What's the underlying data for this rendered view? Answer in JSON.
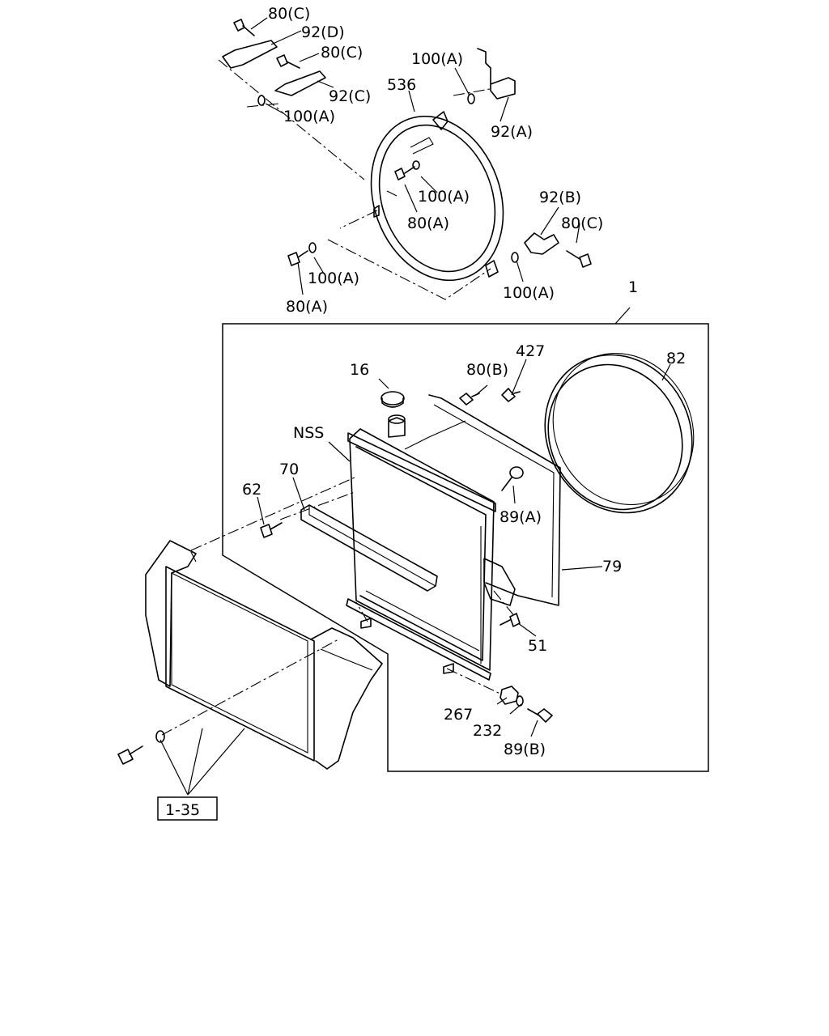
{
  "callouts": {
    "c80c_top": "80(C)",
    "c92d": "92(D)",
    "c80c_mid": "80(C)",
    "c100a_top": "100(A)",
    "c536": "536",
    "c92c": "92(C)",
    "c100a_left": "100(A)",
    "c92a": "92(A)",
    "c100a_center": "100(A)",
    "c80a_center": "80(A)",
    "c92b": "92(B)",
    "c80c_right": "80(C)",
    "c100a_lower": "100(A)",
    "c100a_right": "100(A)",
    "c80a_lower": "80(A)",
    "c1": "1",
    "c427": "427",
    "c16": "16",
    "c80b": "80(B)",
    "c82": "82",
    "cNSS": "NSS",
    "c70": "70",
    "c62": "62",
    "c89a": "89(A)",
    "c79": "79",
    "c51": "51",
    "c267": "267",
    "c232": "232",
    "c89b": "89(B)",
    "ref": "1-35"
  }
}
